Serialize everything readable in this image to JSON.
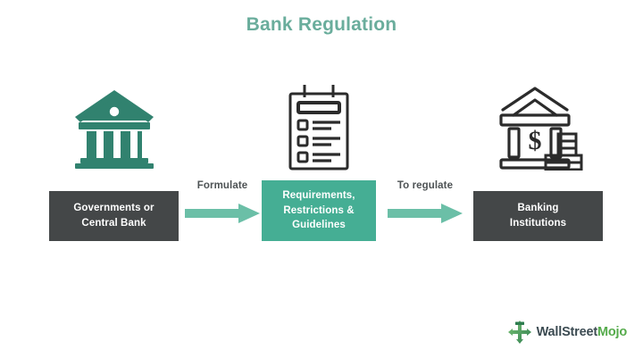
{
  "title": "Bank Regulation",
  "colors": {
    "title": "#6aad9c",
    "teal": "#45ae94",
    "dark_box": "#444748",
    "arrow": "#6bbfa7",
    "label_text": "#4e5355",
    "icon_teal": "#31826f",
    "icon_dark": "#2b2b2b",
    "background": "#ffffff",
    "logo_text_dark": "#3c4b52",
    "logo_text_green": "#55ab4b"
  },
  "flow": {
    "stages": [
      {
        "id": "governments-or-central-bank",
        "icon": "bank-building-icon",
        "label": "Governments or\nCentral Bank",
        "label_lines": [
          "Governments or",
          "Central Bank"
        ],
        "style": "dark"
      },
      {
        "id": "requirements-restrictions-guidelines",
        "icon": "clipboard-checklist-icon",
        "label": "Requirements,\nRestrictions &\nGuidelines",
        "label_lines": [
          "Requirements,",
          "Restrictions &",
          "Guidelines"
        ],
        "style": "teal"
      },
      {
        "id": "banking-institutions",
        "icon": "bank-with-dollar-coins-icon",
        "label": "Banking\nInstitutions",
        "label_lines": [
          "Banking",
          "Institutions"
        ],
        "style": "dark"
      }
    ],
    "connectors": [
      {
        "id": "formulate",
        "label": "Formulate",
        "icon": "arrow-right-icon"
      },
      {
        "id": "to-regulate",
        "label": "To regulate",
        "icon": "arrow-right-icon"
      }
    ]
  },
  "logo": {
    "icon": "wallstreetmojo-mark-icon",
    "text_primary": "WallStreet",
    "text_accent": "Mojo"
  }
}
